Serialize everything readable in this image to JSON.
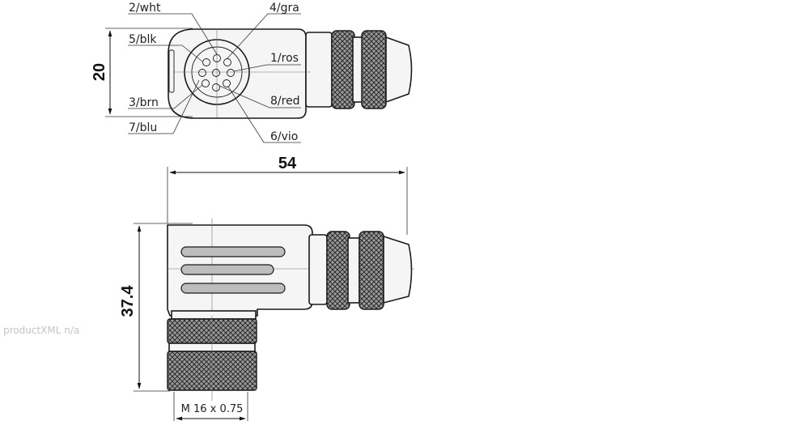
{
  "pin_labels": {
    "p2": "2/wht",
    "p4": "4/gra",
    "p5": "5/blk",
    "p1": "1/ros",
    "p3": "3/brn",
    "p8": "8/red",
    "p7": "7/blu",
    "p6": "6/vio"
  },
  "dimensions": {
    "height_top": "20",
    "length": "54",
    "height_side": "37.4",
    "thread": "M 16 x 0.75"
  },
  "watermark": "productXML n/a"
}
